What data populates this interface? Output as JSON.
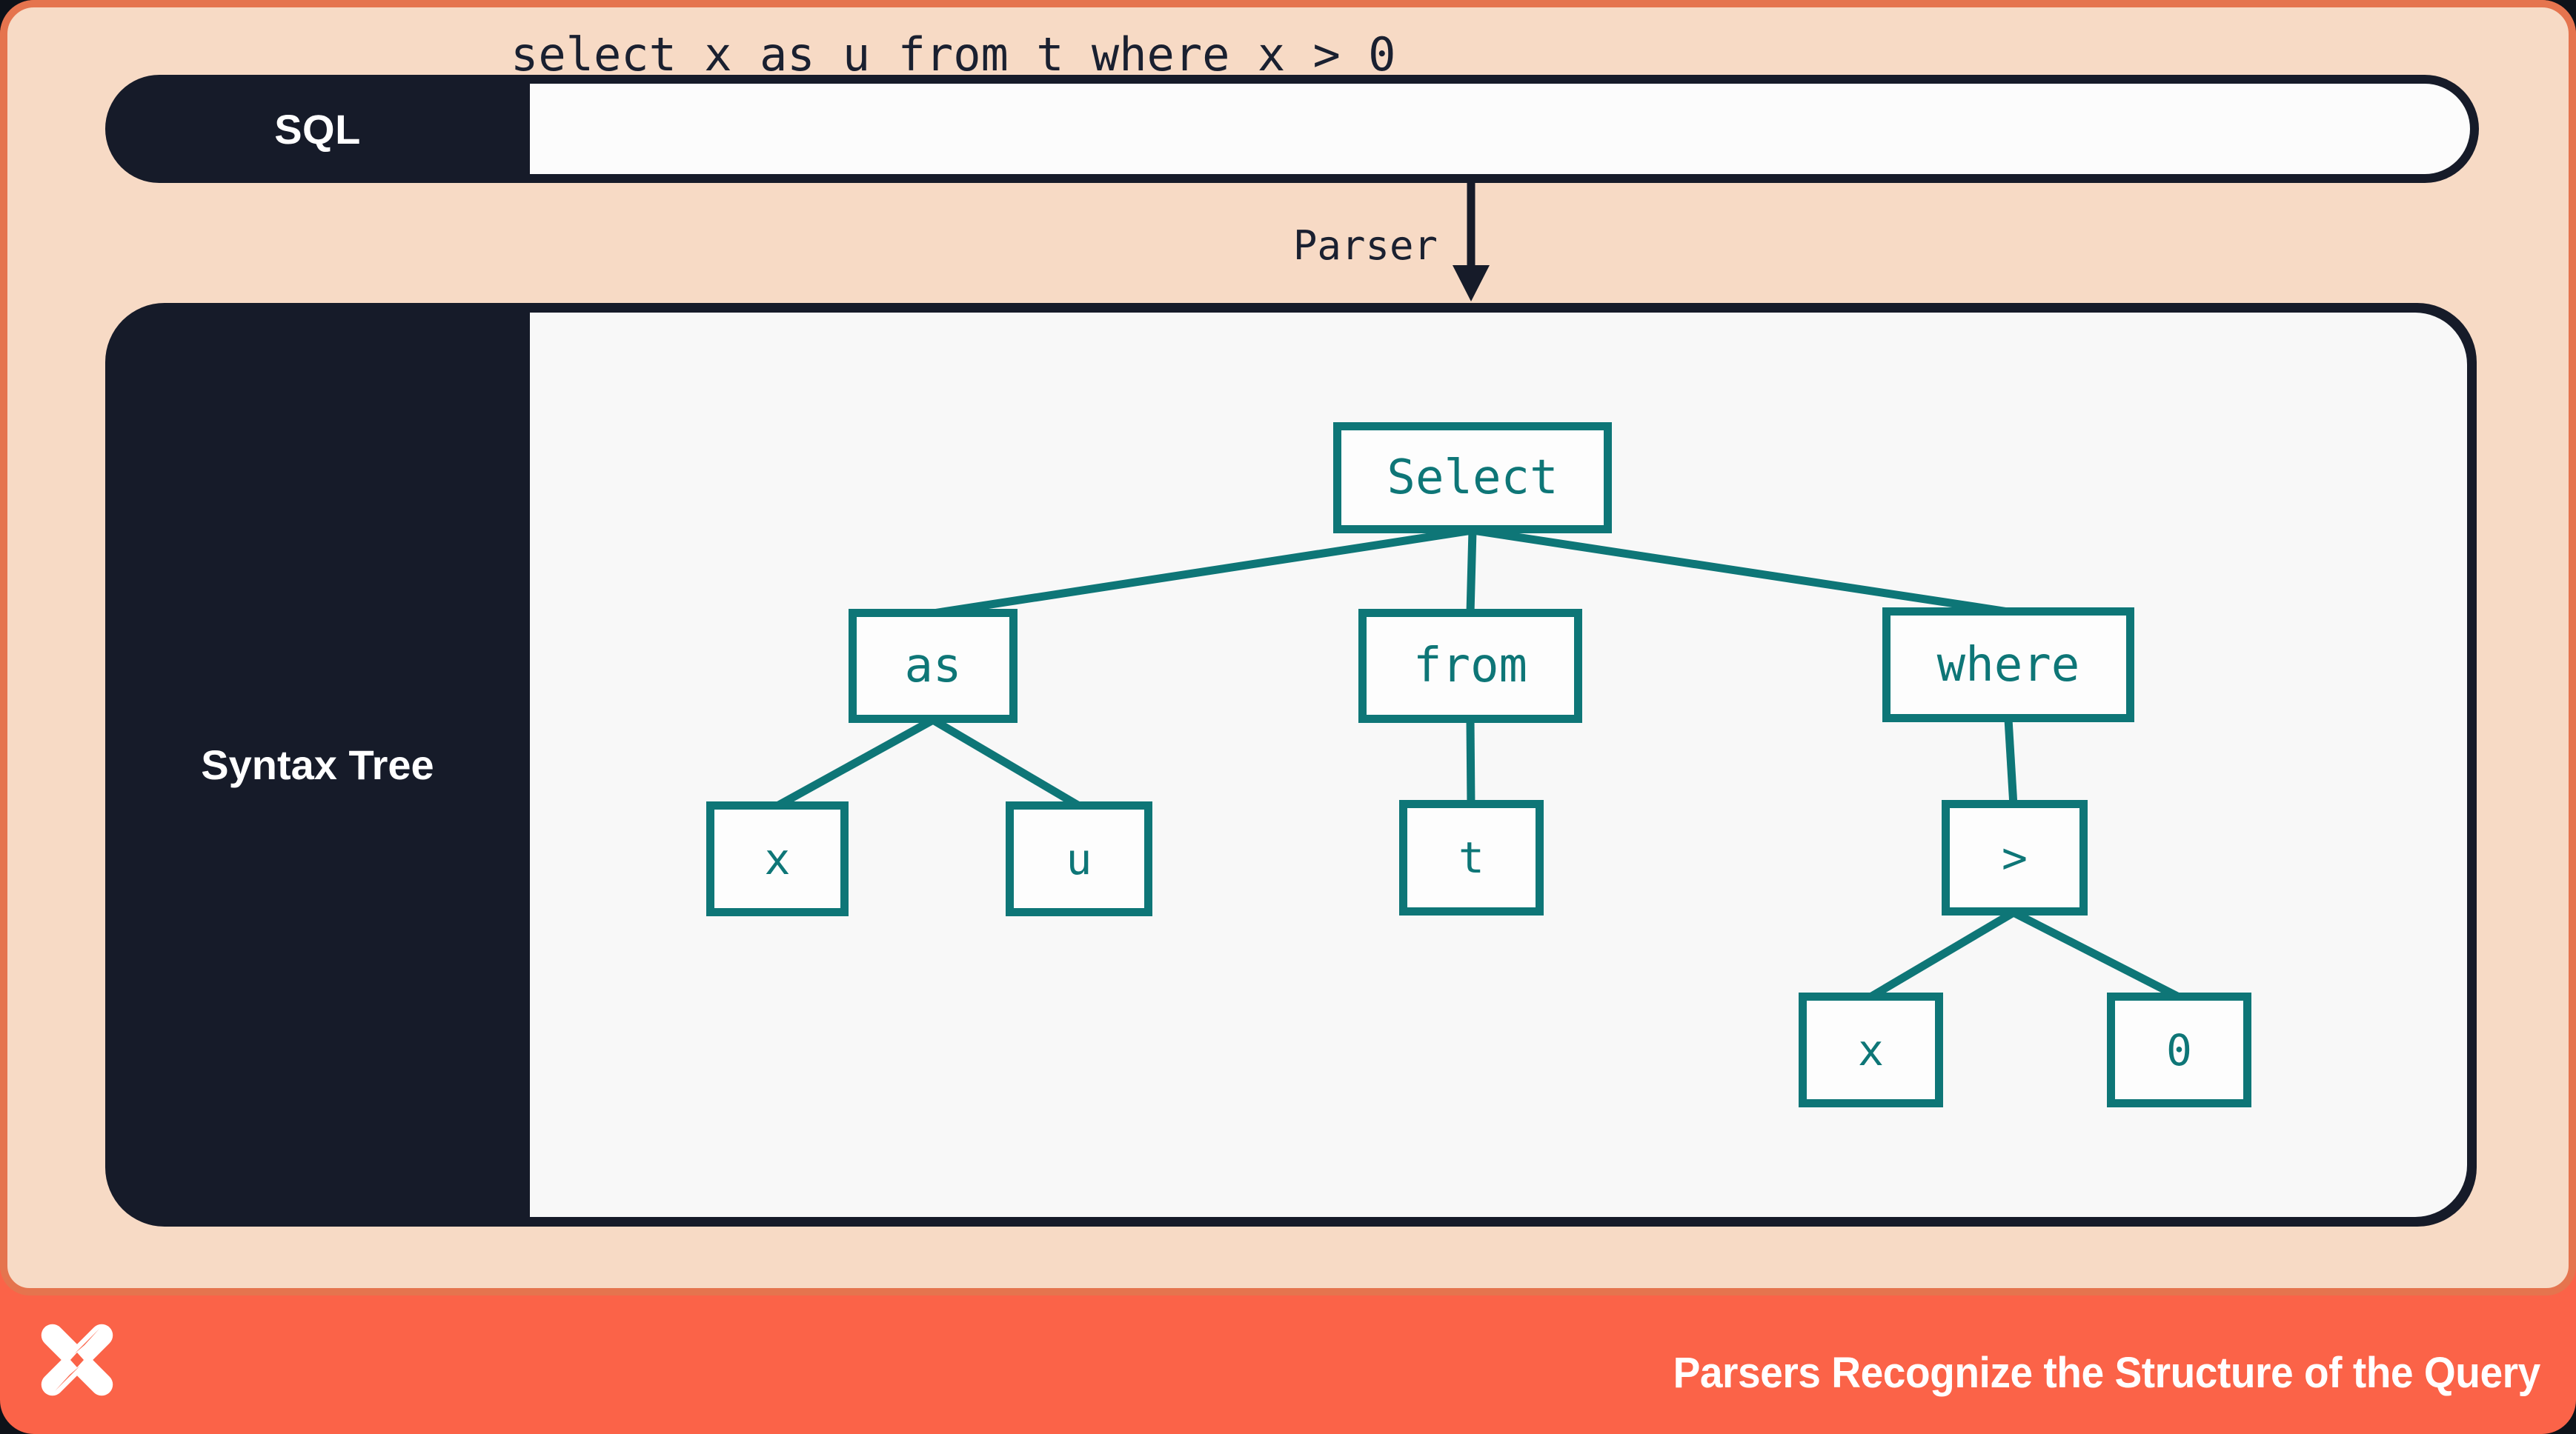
{
  "header": {
    "label": "SQL",
    "query": "select x as u from t where x > 0"
  },
  "parser_arrow": {
    "label": "Parser"
  },
  "syntax_tree": {
    "panel_label": "Syntax Tree",
    "nodes": {
      "select": {
        "label": "Select"
      },
      "as": {
        "label": "as"
      },
      "from": {
        "label": "from"
      },
      "where": {
        "label": "where"
      },
      "x_left": {
        "label": "x"
      },
      "u": {
        "label": "u"
      },
      "t": {
        "label": "t"
      },
      "gt": {
        "label": ">"
      },
      "x_right": {
        "label": "x"
      },
      "zero": {
        "label": "0"
      }
    },
    "edges": [
      [
        "select",
        "as"
      ],
      [
        "select",
        "from"
      ],
      [
        "select",
        "where"
      ],
      [
        "as",
        "x_left"
      ],
      [
        "as",
        "u"
      ],
      [
        "from",
        "t"
      ],
      [
        "where",
        "gt"
      ],
      [
        "gt",
        "x_right"
      ],
      [
        "gt",
        "zero"
      ]
    ]
  },
  "footer": {
    "caption": "Parsers Recognize the Structure of the Query",
    "logo": "x-mark-logo"
  },
  "colors": {
    "accent_orange": "#FB6348",
    "border_orange": "#E5744E",
    "peach": "#F7DAC5",
    "navy": "#161B29",
    "teal": "#0E7677",
    "off_white": "#F8F8F8"
  }
}
